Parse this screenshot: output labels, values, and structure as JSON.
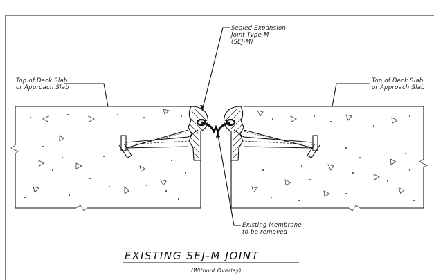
{
  "labels": {
    "deck_left_line1": "Top of Deck Slab",
    "deck_left_line2": "or Approach Slab",
    "deck_right_line1": "Top of Deck Slab",
    "deck_right_line2": "or Approach Slab",
    "joint_line1": "Sealed Expansion",
    "joint_line2": "Joint Type M",
    "joint_line3": "(SEJ-M)",
    "membrane_line1": "Existing Membrane",
    "membrane_line2": "to be removed"
  },
  "title": {
    "main": "EXISTING SEJ-M JOINT",
    "sub": "(Without Overlay)"
  }
}
